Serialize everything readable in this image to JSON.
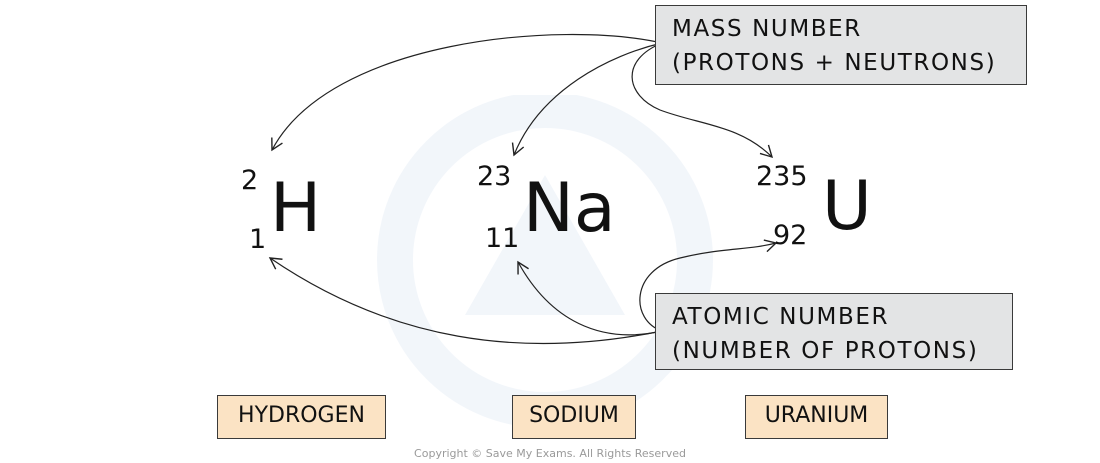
{
  "callouts": {
    "mass": {
      "line1": "MASS NUMBER",
      "line2": "(PROTONS + NEUTRONS)"
    },
    "atomic": {
      "line1": "ATOMIC NUMBER",
      "line2": "(NUMBER OF PROTONS)"
    }
  },
  "elements": [
    {
      "symbol": "H",
      "mass_number": "2",
      "atomic_number": "1",
      "name": "HYDROGEN"
    },
    {
      "symbol": "Na",
      "mass_number": "23",
      "atomic_number": "11",
      "name": "SODIUM"
    },
    {
      "symbol": "U",
      "mass_number": "235",
      "atomic_number": "92",
      "name": "URANIUM"
    }
  ],
  "copyright": "Copyright © Save My Exams. All Rights Reserved",
  "colors": {
    "callout_fill": "#e3e4e5",
    "name_fill": "#fbe3c4",
    "ink": "#222222"
  }
}
